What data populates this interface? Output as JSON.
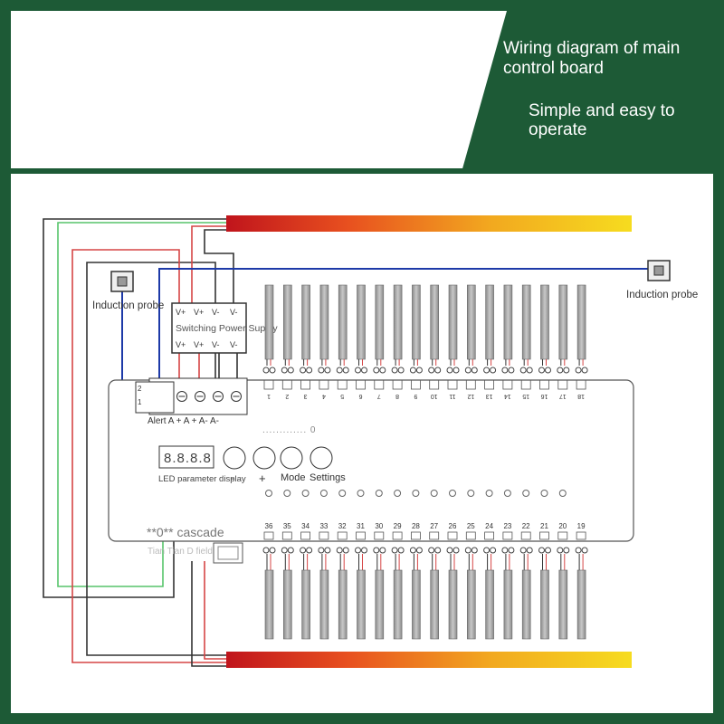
{
  "header": {
    "title_line1": "Wiring diagram of main",
    "title_line2": "control board",
    "subtitle_line1": "Simple and easy to",
    "subtitle_line2": "operate"
  },
  "colors": {
    "brand_green": "#1d5a36",
    "wire_red": "#d64545",
    "wire_green": "#57c46a",
    "wire_blue": "#1d3aa8",
    "wire_black": "#333333"
  },
  "probes": {
    "left_label": "Induction probe",
    "right_label": "Induction probe"
  },
  "power_supply": {
    "label": "Switching Power Supply",
    "top_terminals": [
      "V+",
      "V+",
      "V-",
      "V-"
    ],
    "bottom_terminals": [
      "V+",
      "V+",
      "V-",
      "V-"
    ]
  },
  "board": {
    "terminal_label": "Alert A + A + A- A-",
    "alert_pins": [
      "2",
      "1"
    ],
    "led_display_value": "8.8.8.8",
    "led_label": "LED parameter display",
    "button_labels": [
      "-",
      "+",
      "Mode",
      "Settings"
    ],
    "status_row_text": "............. 0",
    "cascade_label": "**0** cascade",
    "connector_label": "Tian Tian D field",
    "top_channels": [
      "1",
      "2",
      "3",
      "4",
      "5",
      "6",
      "7",
      "8",
      "9",
      "10",
      "11",
      "12",
      "13",
      "14",
      "15",
      "16",
      "17",
      "18"
    ],
    "bottom_channels": [
      "36",
      "35",
      "34",
      "33",
      "32",
      "31",
      "30",
      "29",
      "28",
      "27",
      "26",
      "25",
      "24",
      "23",
      "22",
      "21",
      "20",
      "19"
    ]
  }
}
